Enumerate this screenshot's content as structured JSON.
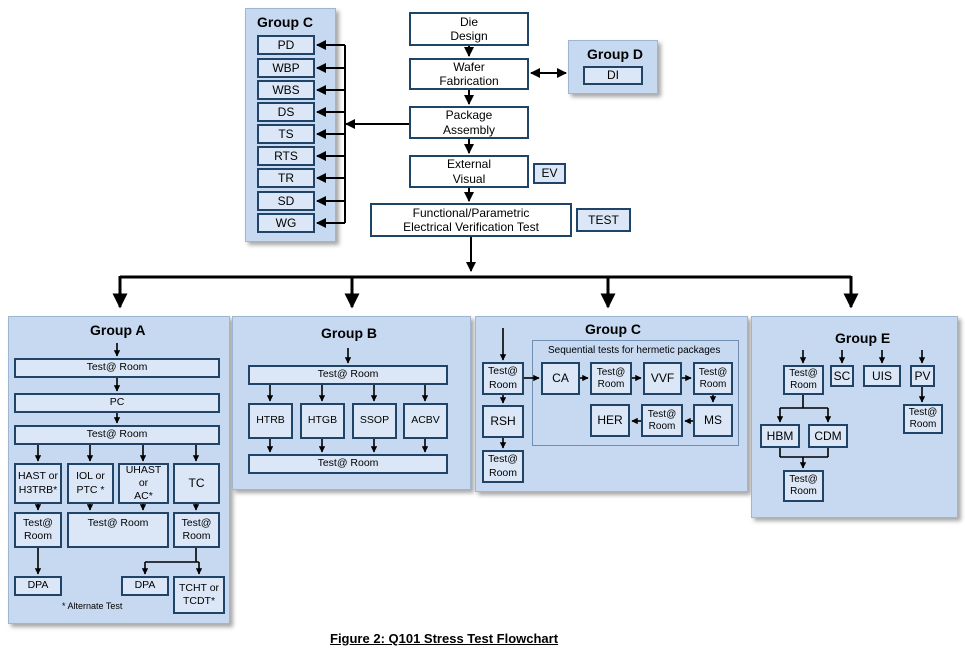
{
  "top": {
    "die_design": "Die\nDesign",
    "wafer_fab": "Wafer\nFabrication",
    "package_assembly": "Package\nAssembly",
    "external_visual": "External\nVisual",
    "ev": "EV",
    "func_param": "Functional/Parametric\nElectrical Verification Test",
    "test": "TEST"
  },
  "group_c_top": {
    "title": "Group C",
    "items": [
      "PD",
      "WBP",
      "WBS",
      "DS",
      "TS",
      "RTS",
      "TR",
      "SD",
      "WG"
    ]
  },
  "group_d": {
    "title": "Group D",
    "item": "DI"
  },
  "group_a": {
    "title": "Group A",
    "test_room_1": "Test@ Room",
    "pc": "PC",
    "test_room_2": "Test@ Room",
    "hast": "HAST or\nH3TRB*",
    "iol": "IOL or\nPTC *",
    "uhast": "UHAST or\nAC*",
    "tc": "TC",
    "test_room_left": "Test@\nRoom",
    "test_room_mid": "Test@ Room",
    "test_room_right": "Test@\nRoom",
    "dpa_left": "DPA",
    "dpa_right": "DPA",
    "tcht": "TCHT or\nTCDT*",
    "note": "* Alternate Test"
  },
  "group_b": {
    "title": "Group B",
    "test_room_top": "Test@ Room",
    "items": [
      "HTRB",
      "HTGB",
      "SSOP",
      "ACBV"
    ],
    "test_room_bottom": "Test@ Room"
  },
  "group_c_bottom": {
    "title": "Group C",
    "seq_title": "Sequential tests for hermetic packages",
    "test_room_a": "Test@\nRoom",
    "rsh": "RSH",
    "test_room_b": "Test@\nRoom",
    "ca": "CA",
    "test_room_c": "Test@\nRoom",
    "vvf": "VVF",
    "test_room_d": "Test@\nRoom",
    "her": "HER",
    "test_room_e": "Test@\nRoom",
    "ms": "MS"
  },
  "group_e": {
    "title": "Group E",
    "test_room_a": "Test@\nRoom",
    "sc": "SC",
    "uis": "UIS",
    "pv": "PV",
    "test_room_pv": "Test@\nRoom",
    "hbm": "HBM",
    "cdm": "CDM",
    "test_room_b": "Test@\nRoom"
  },
  "caption": "Figure 2:  Q101 Stress Test Flowchart"
}
